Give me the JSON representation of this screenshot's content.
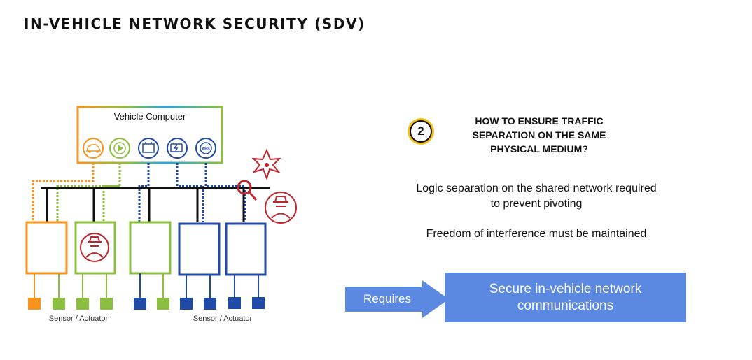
{
  "page": {
    "title": "IN-VEHICLE NETWORK SECURITY (SDV)"
  },
  "diagram": {
    "vehicle_computer_label": "Vehicle Computer",
    "app_icons": [
      "car-icon",
      "play-icon",
      "engine-icon",
      "battery-icon",
      "abs-icon"
    ],
    "abs_icon_text": "ABS",
    "sensor_label_left": "Sensor / Actuator",
    "sensor_label_right": "Sensor / Actuator",
    "colors": {
      "orange": "#f7931e",
      "green": "#8cbe3f",
      "blue": "#1f4aa8",
      "red": "#c0262d",
      "bus": "#111111"
    }
  },
  "right_panel": {
    "step_number": "2",
    "question": "HOW TO ENSURE TRAFFIC\nSEPARATION ON THE SAME\nPHYSICAL MEDIUM?",
    "description_1": "Logic separation on the shared network required\nto prevent pivoting",
    "description_2": "Freedom of interference must be maintained",
    "requires_label": "Requires",
    "result_text": "Secure in-vehicle network\ncommunications",
    "colors": {
      "arrow": "#5b88e0",
      "result_box": "#5b88e0",
      "step_ring": "#f4c118"
    }
  }
}
